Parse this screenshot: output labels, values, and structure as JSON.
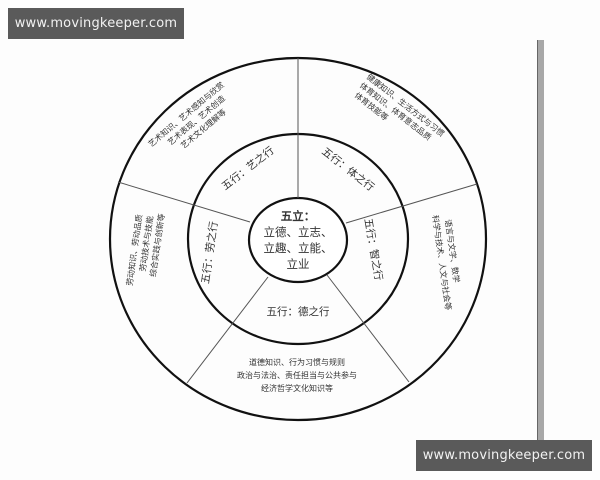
{
  "watermarks": {
    "top": "www.movingkeeper.com",
    "bottom": "www.movingkeeper.com"
  },
  "diagram": {
    "center": {
      "title": "五立：",
      "lines": [
        "立德、立志、",
        "立趣、立能、",
        "立业"
      ]
    },
    "middle_ring": [
      {
        "id": "yi",
        "label": "五行：艺之行"
      },
      {
        "id": "ti",
        "label": "五行：体之行"
      },
      {
        "id": "zhi",
        "label": "五行：智之行"
      },
      {
        "id": "de",
        "label": "五行：德之行"
      },
      {
        "id": "lao",
        "label": "五行：劳之行"
      }
    ],
    "outer_ring": [
      {
        "id": "yi",
        "lines": [
          "艺术知识、艺术感知与欣赏",
          "艺术表现、艺术创造",
          "艺术文化理解等"
        ]
      },
      {
        "id": "ti",
        "lines": [
          "健康知识、生活方式与习惯",
          "体育知识、体育意志品质",
          "体育技能等"
        ]
      },
      {
        "id": "zhi",
        "lines": [
          "语言与文字、数学",
          "科学与技术、人文与社会等"
        ]
      },
      {
        "id": "de",
        "lines": [
          "道德知识、行为习惯与规则",
          "政治与法治、责任担当与公共参与",
          "经济哲学文化知识等"
        ]
      },
      {
        "id": "lao",
        "lines": [
          "劳动知识、劳动品质",
          "劳动技术与技能",
          "综合实践与创新等"
        ]
      }
    ]
  }
}
